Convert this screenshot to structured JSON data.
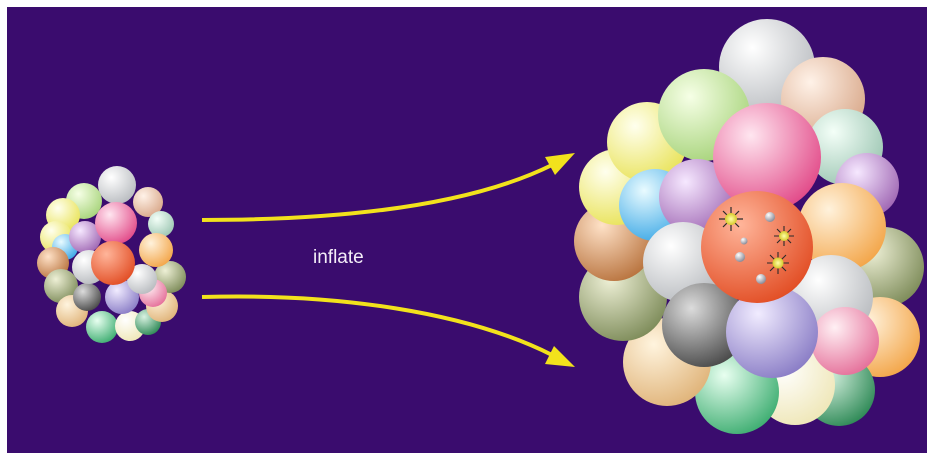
{
  "diagram": {
    "background_color": "#3a0c6e",
    "arrow_color": "#f2e21c",
    "label": "inflate",
    "left_cluster": {
      "icon": "small-sphere-cluster"
    },
    "right_cluster": {
      "icon": "large-sphere-cluster"
    },
    "core_sphere": {
      "icon": "orange-sphere-with-sparkles"
    }
  }
}
